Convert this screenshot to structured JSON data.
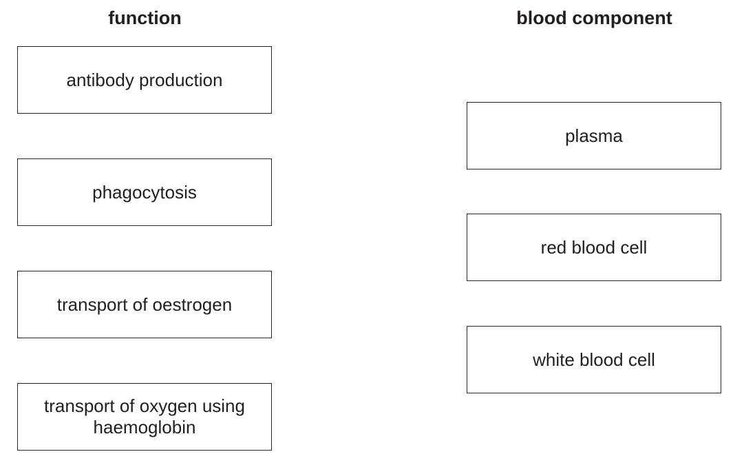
{
  "diagram": {
    "kind": "matching-exercise",
    "columns": [
      {
        "header": "function",
        "items": [
          "antibody production",
          "phagocytosis",
          "transport of oestrogen",
          "transport of oxygen using haemoglobin"
        ]
      },
      {
        "header": "blood component",
        "items": [
          "plasma",
          "red blood cell",
          "white blood cell"
        ]
      }
    ],
    "colors": {
      "background": "#ffffff",
      "box_border": "#2a2628",
      "text": "#231f20"
    }
  }
}
